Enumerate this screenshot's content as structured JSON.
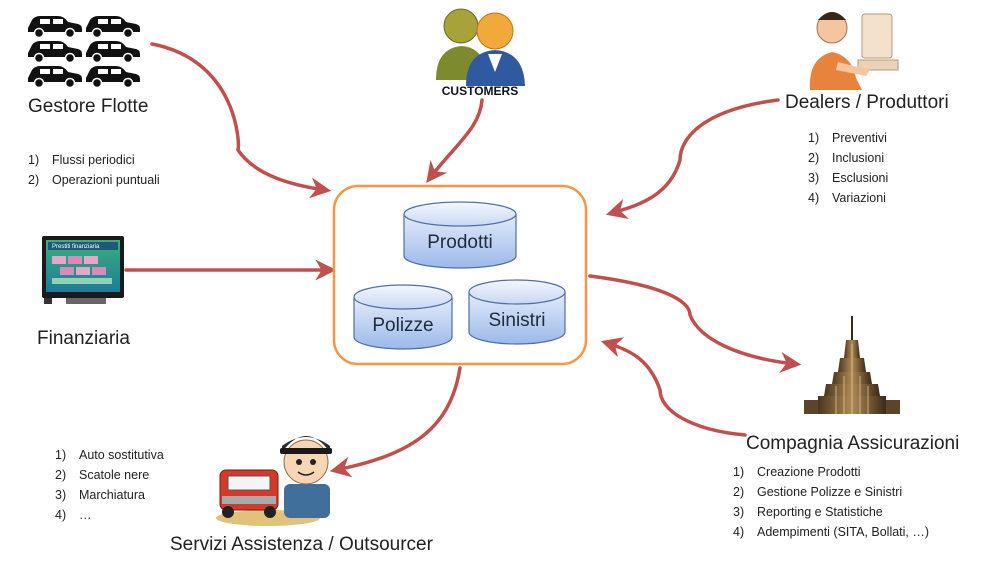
{
  "center": {
    "databases": [
      {
        "label": "Prodotti"
      },
      {
        "label": "Polizze"
      },
      {
        "label": "Sinistri"
      }
    ]
  },
  "nodes": {
    "gestore_flotte": {
      "title": "Gestore Flotte",
      "items": [
        {
          "num": "1)",
          "text": "Flussi periodici"
        },
        {
          "num": "2)",
          "text": "Operazioni puntuali"
        }
      ]
    },
    "customers": {
      "title": "CUSTOMERS"
    },
    "dealers": {
      "title": "Dealers / Produttori",
      "items": [
        {
          "num": "1)",
          "text": "Preventivi"
        },
        {
          "num": "2)",
          "text": "Inclusioni"
        },
        {
          "num": "3)",
          "text": "Esclusioni"
        },
        {
          "num": "4)",
          "text": "Variazioni"
        }
      ]
    },
    "finanziaria": {
      "title": "Finanziaria",
      "screen_caption": "Prestiti finanziaria"
    },
    "servizi": {
      "title": "Servizi Assistenza / Outsourcer",
      "items": [
        {
          "num": "1)",
          "text": "Auto sostitutiva"
        },
        {
          "num": "2)",
          "text": "Scatole nere"
        },
        {
          "num": "3)",
          "text": "Marchiatura"
        },
        {
          "num": "4)",
          "text": "…"
        }
      ]
    },
    "compagnia": {
      "title": "Compagnia Assicurazioni",
      "items": [
        {
          "num": "1)",
          "text": "Creazione Prodotti"
        },
        {
          "num": "2)",
          "text": "Gestione Polizze e Sinistri"
        },
        {
          "num": "3)",
          "text": "Reporting e Statistiche"
        },
        {
          "num": "4)",
          "text": "Adempimenti (SITA, Bollati, …)"
        }
      ]
    }
  },
  "colors": {
    "arrow": "#c0504d",
    "hub_border": "#f79646",
    "db_fill_top": "#dbe5f6",
    "db_fill_bottom": "#95b3e7",
    "db_stroke": "#4f6fa8"
  }
}
